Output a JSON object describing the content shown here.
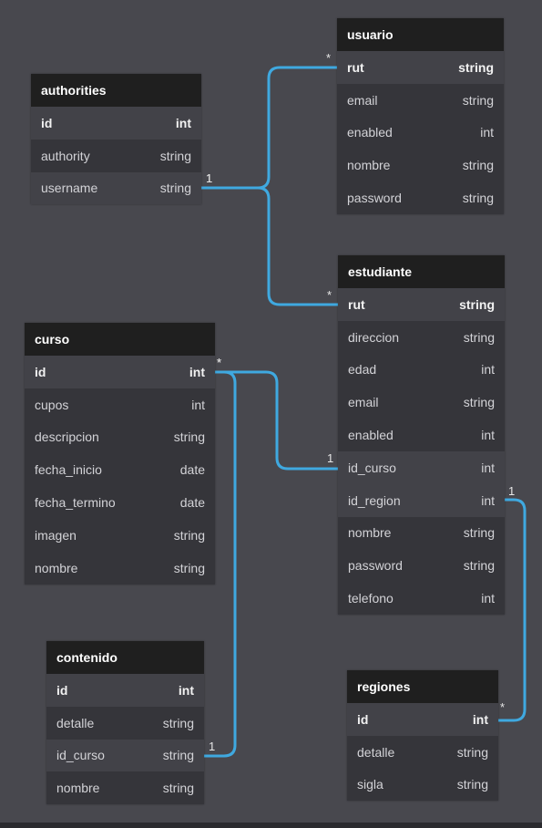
{
  "entities": [
    {
      "key": "usuario",
      "title": "usuario",
      "fields": [
        {
          "name": "rut",
          "type": "string",
          "style": "pk"
        },
        {
          "name": "email",
          "type": "string",
          "style": ""
        },
        {
          "name": "enabled",
          "type": "int",
          "style": ""
        },
        {
          "name": "nombre",
          "type": "string",
          "style": ""
        },
        {
          "name": "password",
          "type": "string",
          "style": ""
        }
      ]
    },
    {
      "key": "authorities",
      "title": "authorities",
      "fields": [
        {
          "name": "id",
          "type": "int",
          "style": "pk"
        },
        {
          "name": "authority",
          "type": "string",
          "style": ""
        },
        {
          "name": "username",
          "type": "string",
          "style": "fk"
        }
      ]
    },
    {
      "key": "estudiante",
      "title": "estudiante",
      "fields": [
        {
          "name": "rut",
          "type": "string",
          "style": "pk"
        },
        {
          "name": "direccion",
          "type": "string",
          "style": ""
        },
        {
          "name": "edad",
          "type": "int",
          "style": ""
        },
        {
          "name": "email",
          "type": "string",
          "style": ""
        },
        {
          "name": "enabled",
          "type": "int",
          "style": ""
        },
        {
          "name": "id_curso",
          "type": "int",
          "style": "fk"
        },
        {
          "name": "id_region",
          "type": "int",
          "style": "fk"
        },
        {
          "name": "nombre",
          "type": "string",
          "style": ""
        },
        {
          "name": "password",
          "type": "string",
          "style": ""
        },
        {
          "name": "telefono",
          "type": "int",
          "style": ""
        }
      ]
    },
    {
      "key": "curso",
      "title": "curso",
      "fields": [
        {
          "name": "id",
          "type": "int",
          "style": "pk"
        },
        {
          "name": "cupos",
          "type": "int",
          "style": ""
        },
        {
          "name": "descripcion",
          "type": "string",
          "style": ""
        },
        {
          "name": "fecha_inicio",
          "type": "date",
          "style": ""
        },
        {
          "name": "fecha_termino",
          "type": "date",
          "style": ""
        },
        {
          "name": "imagen",
          "type": "string",
          "style": ""
        },
        {
          "name": "nombre",
          "type": "string",
          "style": ""
        }
      ]
    },
    {
      "key": "contenido",
      "title": "contenido",
      "fields": [
        {
          "name": "id",
          "type": "int",
          "style": "pk"
        },
        {
          "name": "detalle",
          "type": "string",
          "style": ""
        },
        {
          "name": "id_curso",
          "type": "string",
          "style": "fk"
        },
        {
          "name": "nombre",
          "type": "string",
          "style": ""
        }
      ]
    },
    {
      "key": "regiones",
      "title": "regiones",
      "fields": [
        {
          "name": "id",
          "type": "int",
          "style": "pk"
        },
        {
          "name": "detalle",
          "type": "string",
          "style": ""
        },
        {
          "name": "sigla",
          "type": "string",
          "style": ""
        }
      ]
    }
  ],
  "relations": [
    {
      "id": "authorities-usuario",
      "from": "authorities.username",
      "to": "usuario.rut",
      "from_card": "1",
      "to_card": "*"
    },
    {
      "id": "authorities-estudiante",
      "from": "authorities.username",
      "to": "estudiante.rut",
      "from_card": "1",
      "to_card": "*"
    },
    {
      "id": "curso-estudiante",
      "from": "curso.id",
      "to": "estudiante.id_curso",
      "from_card": "*",
      "to_card": "1"
    },
    {
      "id": "curso-contenido",
      "from": "curso.id",
      "to": "contenido.id_curso",
      "from_card": "*",
      "to_card": "1"
    },
    {
      "id": "estudiante-regiones",
      "from": "estudiante.id_region",
      "to": "regiones.id",
      "from_card": "1",
      "to_card": "*"
    }
  ],
  "style": {
    "link_color": "#3fa9e0"
  }
}
